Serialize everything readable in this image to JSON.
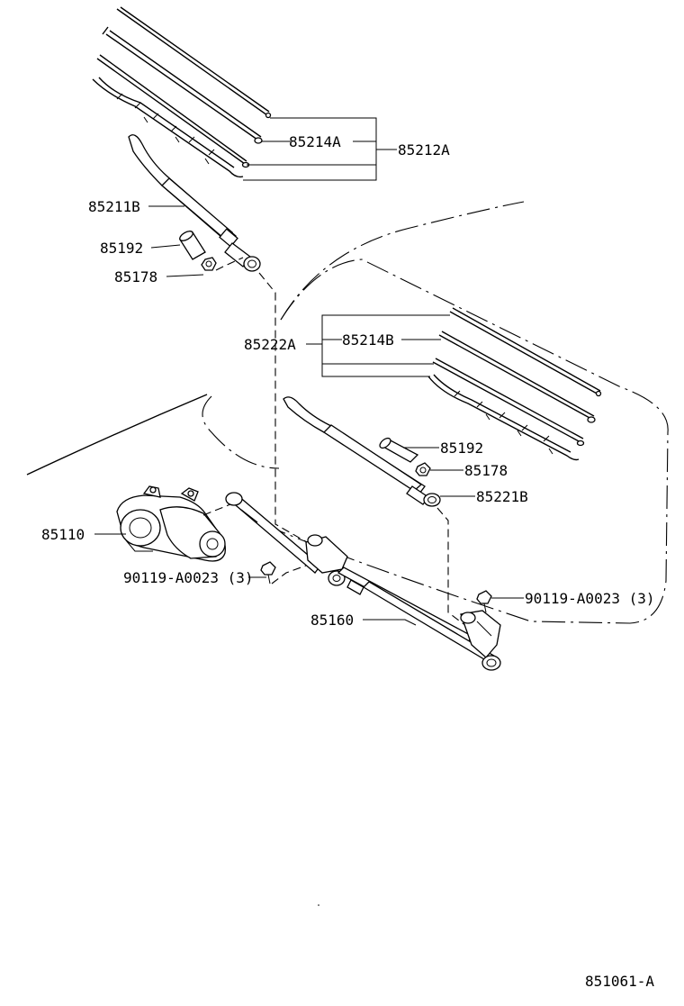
{
  "diagram_id": "851061-A",
  "callouts": {
    "p85212A": "85212A",
    "p85214A": "85214A",
    "p85211B": "85211B",
    "p85192_upper": "85192",
    "p85178_upper": "85178",
    "p85222A": "85222A",
    "p85214B": "85214B",
    "p85192_lower": "85192",
    "p85178_lower": "85178",
    "p85221B": "85221B",
    "p85110": "85110",
    "p90119_left": "90119-A0023 (3)",
    "p90119_right": "90119-A0023 (3)",
    "p85160": "85160"
  }
}
